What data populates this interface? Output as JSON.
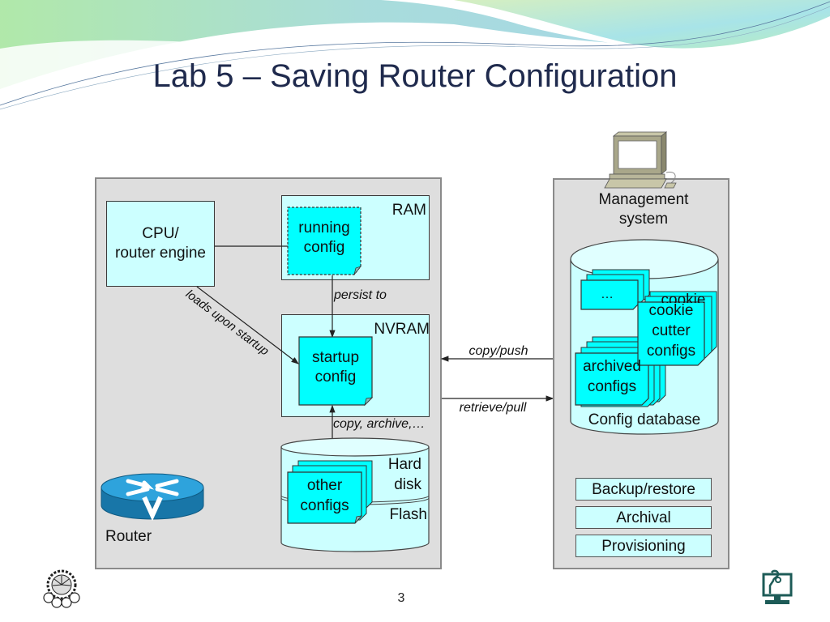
{
  "slide": {
    "title": "Lab 5 – Saving Router Configuration",
    "page_number": "3"
  },
  "router_panel": {
    "label": "Router",
    "cpu": "CPU/\nrouter engine",
    "cpu_line1": "CPU/",
    "cpu_line2": "router engine",
    "ram_label": "RAM",
    "running_config_line1": "running",
    "running_config_line2": "config",
    "persist_label": "persist to",
    "loads_label": "loads upon startup",
    "nvram_label": "NVRAM",
    "startup_config_line1": "startup",
    "startup_config_line2": "config",
    "copy_archive_label": "copy, archive,…",
    "hard_disk_line1": "Hard",
    "hard_disk_line2": "disk",
    "flash_label": "Flash",
    "other_configs_line1": "other",
    "other_configs_line2": "configs"
  },
  "connections": {
    "copy_push": "copy/push",
    "retrieve_pull": "retrieve/pull"
  },
  "management_panel": {
    "title_line1": "Management",
    "title_line2": "system",
    "ellipsis_stack": "…",
    "cookie_back": "cookie",
    "cookie_line1": "cookie",
    "cookie_line2": "cutter",
    "cookie_line3": "configs",
    "archived_line1": "archived",
    "archived_line2": "configs",
    "database_label": "Config database",
    "services": [
      "Backup/restore",
      "Archival",
      "Provisioning"
    ]
  },
  "colors": {
    "title": "#1f2a4d",
    "panel_bg": "#dedede",
    "light_cyan": "#ccffff",
    "cyan": "#00ffff",
    "router_blue": "#1a8fc8",
    "logo_green": "#1d5b57"
  }
}
